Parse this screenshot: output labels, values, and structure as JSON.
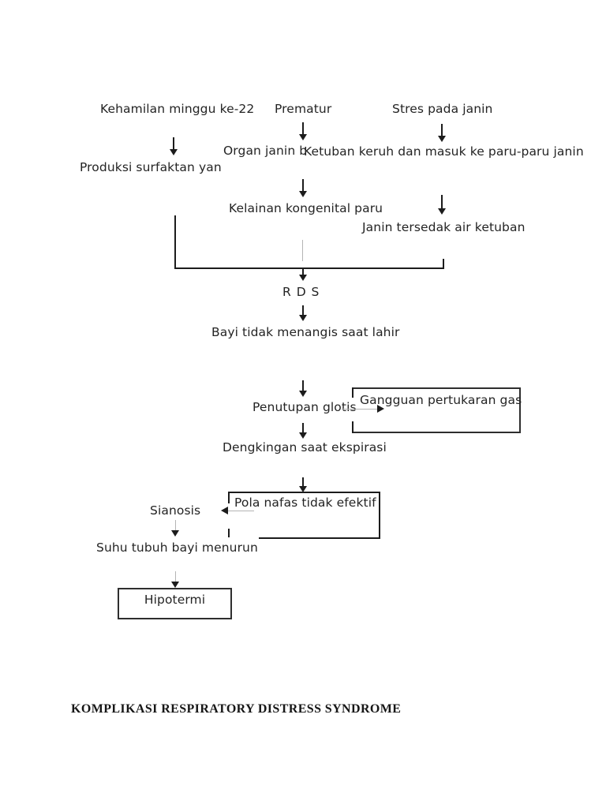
{
  "page": {
    "background_color": "#ffffff",
    "text_color": "#242424",
    "line_color": "#1c1c1c",
    "faint_line_color": "#b4b4b4"
  },
  "flowchart": {
    "nodes": {
      "kehamilan": "Kehamilan minggu ke-22",
      "prematur": "Prematur",
      "stres": "Stres pada janin",
      "organ": "Organ janin b",
      "ketuban": "Ketuban keruh dan masuk ke paru-paru janin",
      "produksi": "Produksi surfaktan yan",
      "kelainan": "Kelainan kongenital paru",
      "janin_tersedak": "Janin tersedak air ketuban",
      "rds": "R D S",
      "bayi": "Bayi tidak menangis saat lahir",
      "penutupan": "Penutupan glotis",
      "gangguan": "Gangguan pertukaran gas",
      "dengkingan": "Dengkingan saat ekspirasi",
      "pola": "Pola nafas tidak efektif",
      "sianosis": "Sianosis",
      "suhu": "Suhu tubuh bayi menurun",
      "hipotermi": "Hipotermi"
    },
    "title": "KOMPLIKASI RESPIRATORY DISTRESS SYNDROME"
  }
}
